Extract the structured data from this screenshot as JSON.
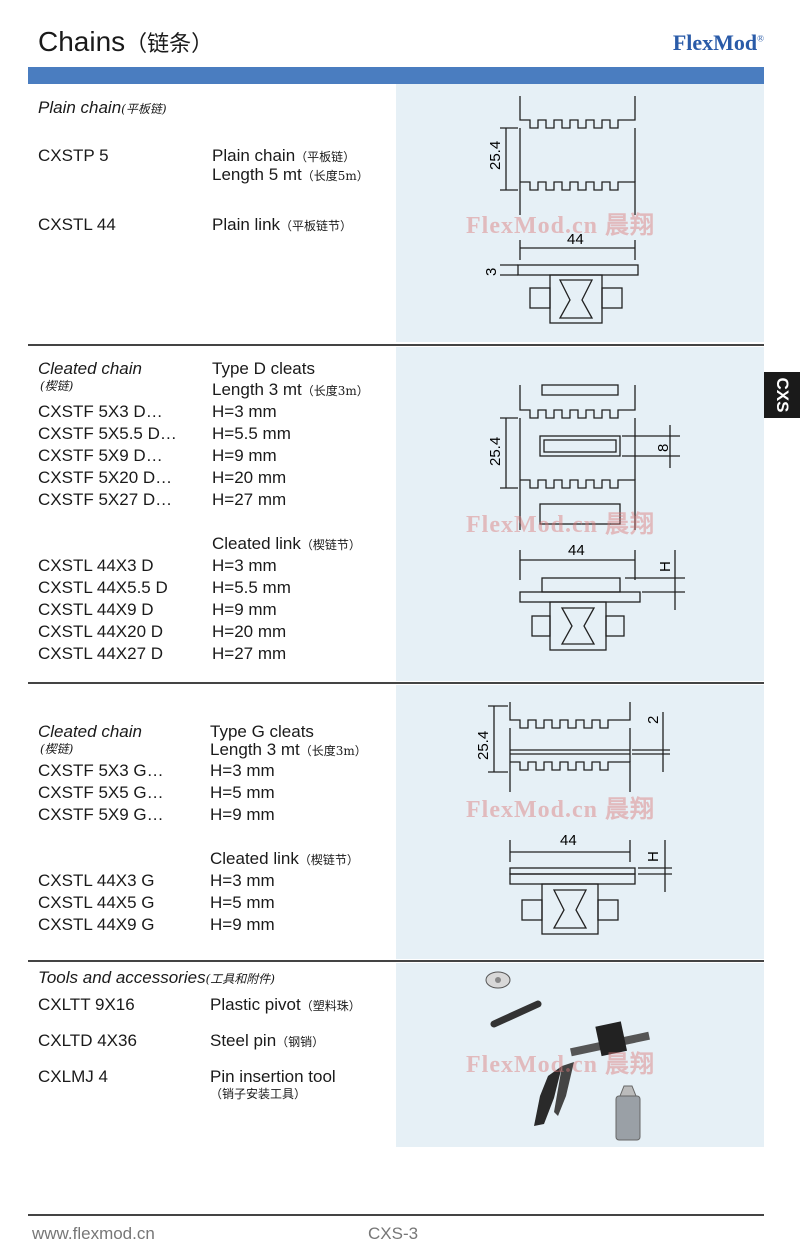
{
  "header": {
    "title": "Chains",
    "title_cn": "（链条）",
    "brand": "FlexMod",
    "brand_mark": "®"
  },
  "side_tab": "CXS",
  "watermark": "FlexMod.cn 晨翔",
  "sections": {
    "plain": {
      "heading": "Plain chain",
      "heading_cn": "(平板链)",
      "rows": [
        {
          "code": "CXSTP 5",
          "desc": "Plain chain",
          "desc_cn": "（平板链）",
          "desc2": "Length 5 mt",
          "desc2_cn": "（长度5m）"
        },
        {
          "code": "CXSTL 44",
          "desc": "Plain link",
          "desc_cn": "（平板链节）"
        }
      ],
      "dims": {
        "pitch": "25.4",
        "width": "44",
        "thick": "3"
      }
    },
    "cleated_d": {
      "heading": "Cleated chain",
      "heading_cn": "(楔链)",
      "type_label": "Type D cleats",
      "length_label": "Length 3 mt",
      "length_cn": "（长度3m）",
      "chains": [
        {
          "code": "CXSTF 5X3 D…",
          "h": "H=3 mm"
        },
        {
          "code": "CXSTF 5X5.5 D…",
          "h": "H=5.5 mm"
        },
        {
          "code": "CXSTF 5X9 D…",
          "h": "H=9 mm"
        },
        {
          "code": "CXSTF 5X20 D…",
          "h": "H=20 mm"
        },
        {
          "code": "CXSTF 5X27 D…",
          "h": "H=27 mm"
        }
      ],
      "link_label": "Cleated link",
      "link_cn": "（楔链节）",
      "links": [
        {
          "code": "CXSTL 44X3 D",
          "h": "H=3 mm"
        },
        {
          "code": "CXSTL 44X5.5 D",
          "h": "H=5.5 mm"
        },
        {
          "code": "CXSTL 44X9 D",
          "h": "H=9 mm"
        },
        {
          "code": "CXSTL 44X20 D",
          "h": "H=20 mm"
        },
        {
          "code": "CXSTL 44X27 D",
          "h": "H=27 mm"
        }
      ],
      "dims": {
        "pitch": "25.4",
        "cleat": "8",
        "width": "44",
        "height": "H"
      }
    },
    "cleated_g": {
      "heading": "Cleated chain",
      "heading_cn": "(楔链)",
      "type_label": "Type G cleats",
      "length_label": "Length 3 mt",
      "length_cn": "（长度3m）",
      "chains": [
        {
          "code": "CXSTF 5X3 G…",
          "h": "H=3 mm"
        },
        {
          "code": "CXSTF 5X5 G…",
          "h": "H=5 mm"
        },
        {
          "code": "CXSTF 5X9 G…",
          "h": "H=9 mm"
        }
      ],
      "link_label": "Cleated link",
      "link_cn": "（楔链节）",
      "links": [
        {
          "code": "CXSTL 44X3 G",
          "h": "H=3 mm"
        },
        {
          "code": "CXSTL 44X5 G",
          "h": "H=5 mm"
        },
        {
          "code": "CXSTL 44X9 G",
          "h": "H=9 mm"
        }
      ],
      "dims": {
        "pitch": "25.4",
        "cleat": "2",
        "width": "44",
        "height": "H"
      }
    },
    "tools": {
      "heading": "Tools and accessories",
      "heading_cn": "(工具和附件)",
      "rows": [
        {
          "code": "CXLTT 9X16",
          "desc": "Plastic pivot",
          "desc_cn": "（塑料珠）"
        },
        {
          "code": "CXLTD 4X36",
          "desc": "Steel pin",
          "desc_cn": "（钢销）"
        },
        {
          "code": "CXLMJ 4",
          "desc": "Pin insertion tool",
          "desc_cn": "（销子安装工具）"
        }
      ]
    }
  },
  "footer": {
    "url": "www.flexmod.cn",
    "page": "CXS-3"
  }
}
